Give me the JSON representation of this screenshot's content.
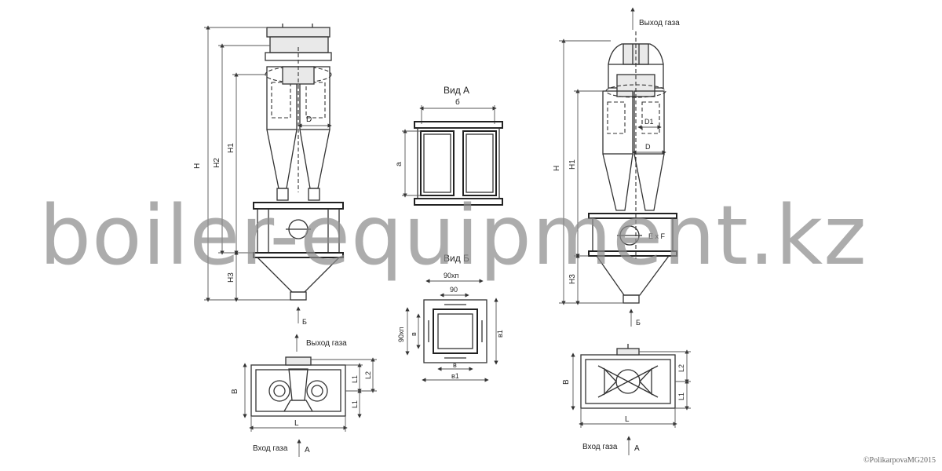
{
  "watermark": "boiler-equipment.kz",
  "copyright": "©PolikarpovaMG2015",
  "view_a": {
    "title": "Вид А",
    "width_label": "б",
    "height_label": "а"
  },
  "view_b": {
    "title": "Вид Б",
    "top_label": "90хп",
    "inner_label": "90",
    "left_label": "90хп",
    "side_label": "в",
    "right_label": "в1",
    "bottom_inner_label": "в",
    "bottom_outer_label": "в1"
  },
  "left_elevation": {
    "h": "H",
    "h2": "H2",
    "h1": "H1",
    "h3": "H3",
    "d": "D",
    "arrow_b": "Б"
  },
  "left_plan": {
    "gas_out": "Выход газа",
    "gas_in": "Вход газа",
    "arrow_a": "А",
    "b": "B",
    "l": "L",
    "l1_top": "L1",
    "l2": "L2",
    "l1_bottom": "L1"
  },
  "right_elevation": {
    "gas_out": "Выход газа",
    "h": "H",
    "h1": "H1",
    "h3": "H3",
    "d1": "D1",
    "d": "D",
    "exf": "E x F",
    "arrow_b": "Б"
  },
  "right_plan": {
    "gas_in": "Вход газа",
    "arrow_a": "А",
    "b": "B",
    "l": "L",
    "l2": "L2",
    "l1": "L1"
  }
}
